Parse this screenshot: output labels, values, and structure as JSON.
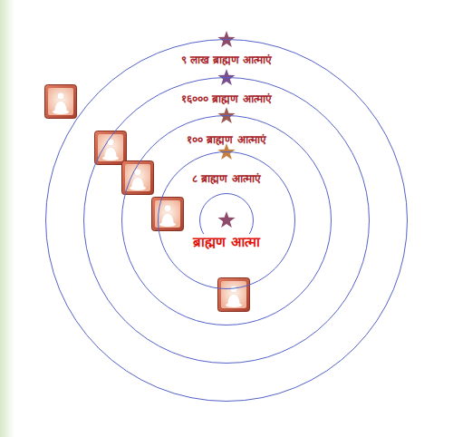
{
  "diagram": {
    "nodes": [
      {
        "text": [
          "९ लाख ब्राह्मण आत्माएं"
        ]
      },
      {
        "text": [
          "१६००० ब्राह्मण आत्माएं"
        ],
        "in": 0
      },
      {
        "text": [
          "१०० ब्राह्मण आत्माएं"
        ],
        "in": 1
      },
      {
        "text": [
          "८ ब्राह्मण आत्माएं"
        ],
        "in": 2
      },
      {
        "text": [
          "ब्राह्मण आत्मा"
        ],
        "in": 3
      }
    ]
  }
}
